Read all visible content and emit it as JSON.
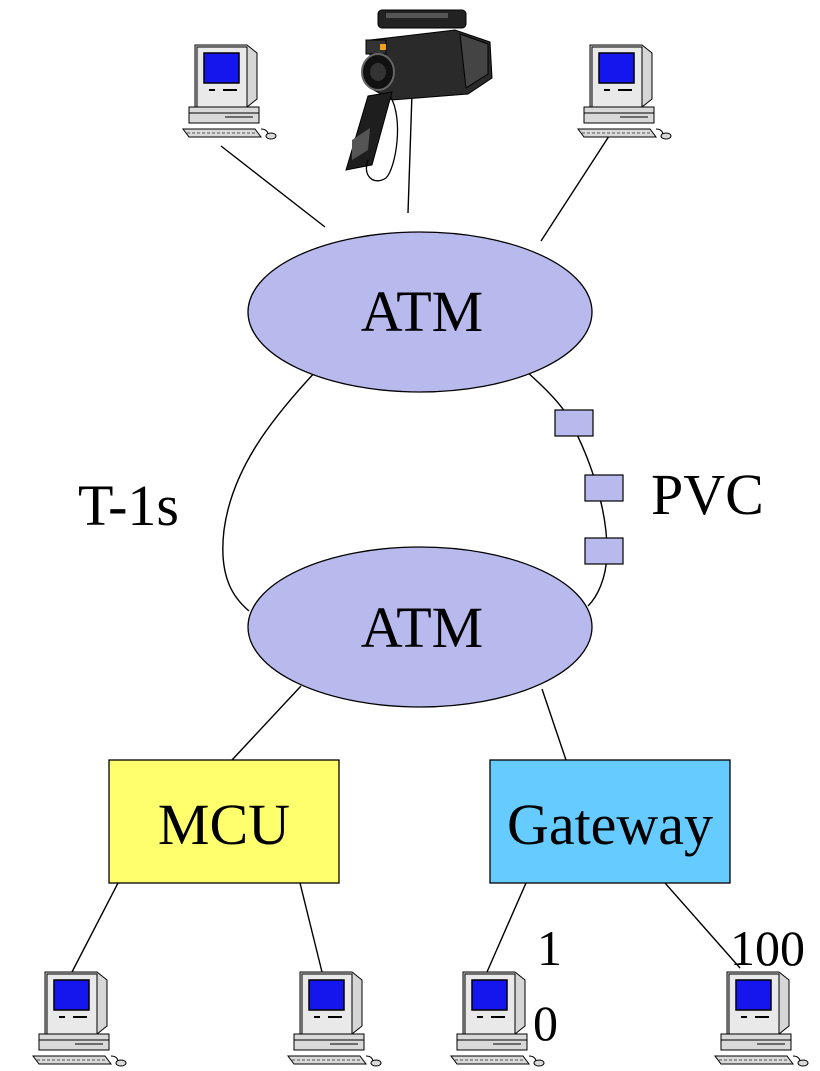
{
  "diagram": {
    "clouds": {
      "top": "ATM",
      "bottom": "ATM"
    },
    "boxes": {
      "mcu": "MCU",
      "gateway": "Gateway"
    },
    "link_labels": {
      "t1": "T-1s",
      "pvc": "PVC"
    },
    "port_labels": {
      "one": "1",
      "zero": "0",
      "hundred": "100"
    },
    "icons": {
      "workstation": "computer-icon",
      "camera": "video-camera-icon"
    },
    "colors": {
      "cloud_fill": "#b8b9ec",
      "mcu_fill": "#ffff6e",
      "gateway_fill": "#66ccff",
      "screen_blue": "#1515ee",
      "pvc_cell_fill": "#b8b9ec"
    }
  }
}
